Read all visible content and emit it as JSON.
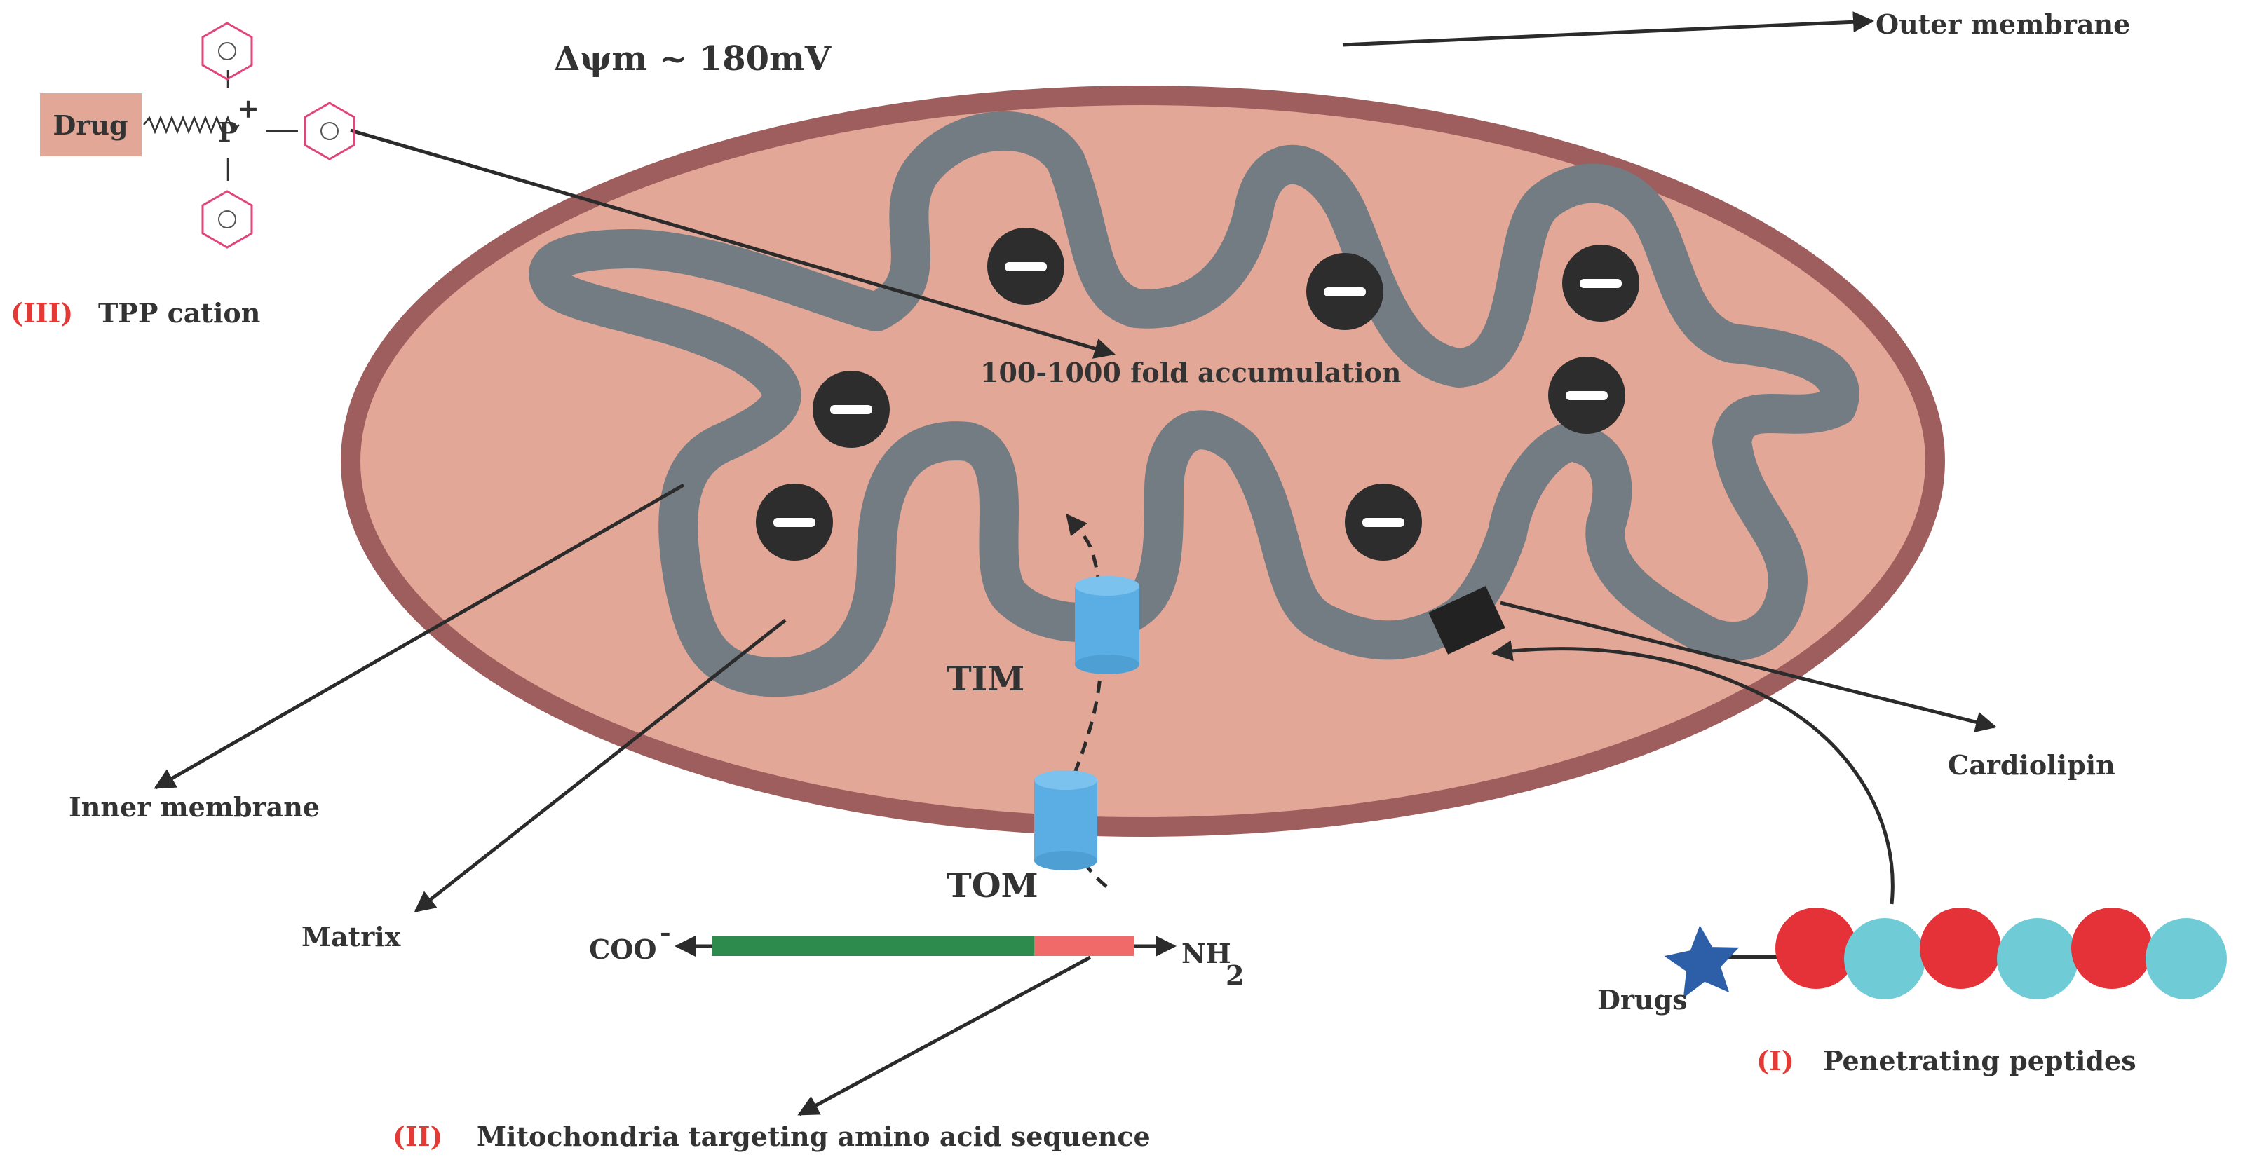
{
  "potential": "Δψm ~ 180mV",
  "accumulation": "100-1000 fold accumulation",
  "labels": {
    "outer_membrane": "Outer membrane",
    "inner_membrane": "Inner membrane",
    "matrix": "Matrix",
    "cardiolipin": "Cardiolipin",
    "tim": "TIM",
    "tom": "TOM"
  },
  "tpp": {
    "numeral": "(III)",
    "title": "TPP cation",
    "drug": "Drug",
    "phosphorus": "P",
    "charge": "+"
  },
  "sequence": {
    "numeral": "(II)",
    "title": "Mitochondria targeting amino acid sequence",
    "coo": "COO",
    "coo_charge": "-",
    "nh": "NH",
    "nh_sub": "2"
  },
  "peptides": {
    "numeral": "(I)",
    "title": "Penetrating peptides",
    "drugs": "Drugs"
  },
  "colors": {
    "outer_fill": "#e2a796",
    "outer_stroke": "#9e5e5e",
    "inner_membrane": "#737b83",
    "charge": "#2d2d2d",
    "channel": "#5aaee3",
    "sequence_main": "#2e8b4e",
    "sequence_signal": "#f06a6a",
    "peptide_red": "#e53238",
    "peptide_cyan": "#6fcbd6",
    "drug_star": "#2d5fa8",
    "phenyl": "#e0457b",
    "drug_box": "#e2a796",
    "numeral": "#e53935"
  }
}
